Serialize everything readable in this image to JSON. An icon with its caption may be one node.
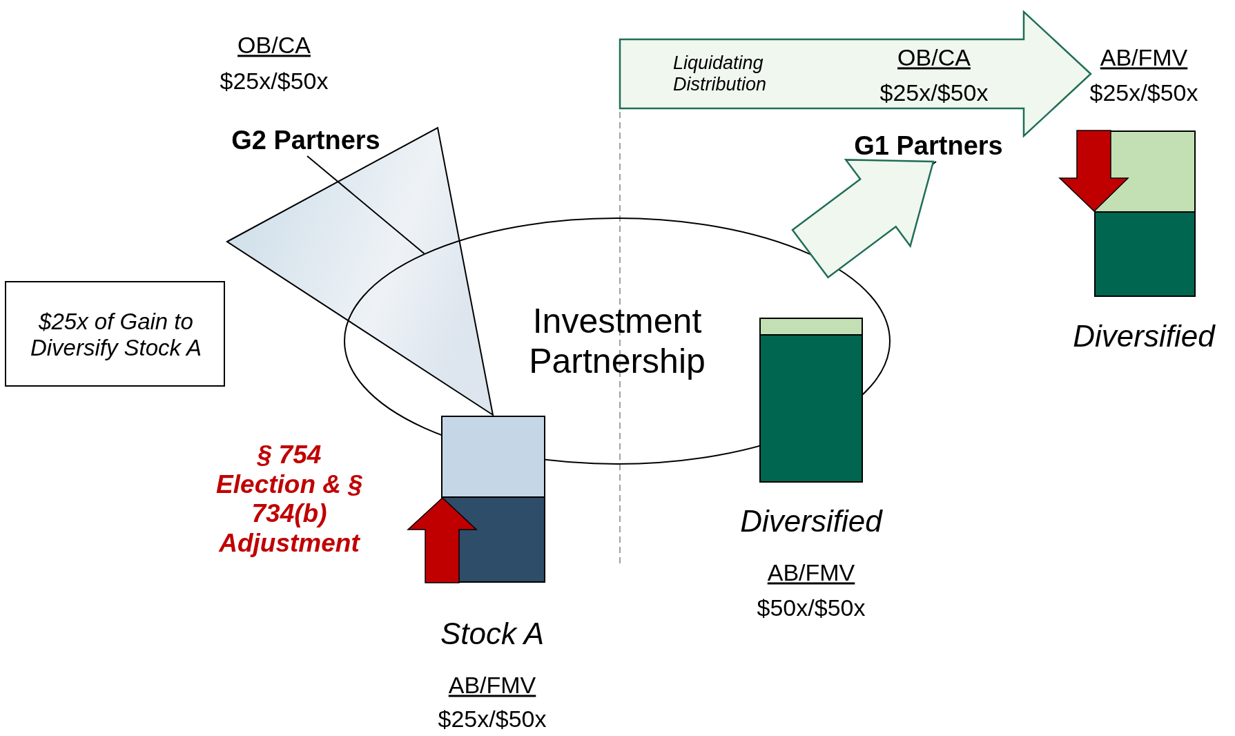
{
  "diagram": {
    "nodes": [
      {
        "text": [
          "Investment Partnership"
        ]
      },
      {
        "text": [
          "Stock A"
        ],
        "beside": [
          "AB/FMV",
          "$25x/$50x"
        ]
      },
      {
        "text": [
          "Diversified"
        ],
        "beside": [
          "AB/FMV",
          "$50x/$50x"
        ]
      },
      {
        "text": [
          "G2 Partners"
        ],
        "beside": [
          "OB/CA",
          "$25x/$50x"
        ]
      },
      {
        "text": [
          "G1 Partners"
        ],
        "beside": [
          "OB/CA",
          "$25x/$50x"
        ]
      },
      {
        "text": [
          "Diversified"
        ],
        "beside": [
          "AB/FMV",
          "$25x/$50x"
        ]
      },
      {
        "text": [
          "$25x of Gain to Diversify Stock A"
        ]
      }
    ],
    "edges": [
      {
        "from": 3,
        "to": 0,
        "arrow": "none"
      },
      {
        "from": 4,
        "to": 0,
        "arrow": "none"
      },
      {
        "from": 0,
        "to": 4,
        "arrow": "to",
        "style": "thick",
        "color": "#1f6e55"
      },
      {
        "from": null,
        "to": 5,
        "arrow": "to",
        "style": "thick",
        "color": "#1f6e55",
        "label": "Liquidating Distribution"
      }
    ],
    "labels": [
      "§ 754 Election & § 734(b) Adjustment"
    ]
  }
}
